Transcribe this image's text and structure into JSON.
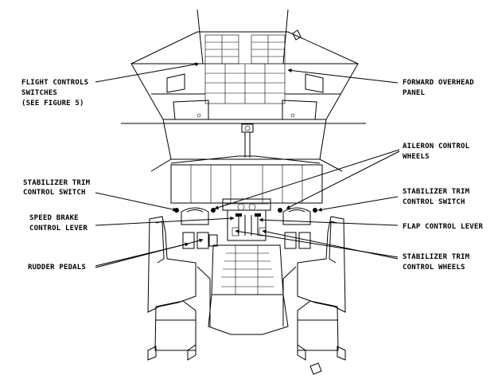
{
  "labels": {
    "flight_controls": [
      "FLIGHT CONTROLS",
      "SWITCHES",
      "(SEE FIGURE 5)"
    ],
    "forward_overhead": [
      "FORWARD OVERHEAD",
      "PANEL"
    ],
    "aileron": [
      "AILERON CONTROL",
      "WHEELS"
    ],
    "stab_trim_switch_left": [
      "STABILIZER TRIM",
      "CONTROL SWITCH"
    ],
    "stab_trim_switch_right": [
      "STABILIZER TRIM",
      "CONTROL SWITCH"
    ],
    "speed_brake": [
      "SPEED BRAKE",
      "CONTROL LEVER"
    ],
    "flap": [
      "FLAP CONTROL LEVER"
    ],
    "rudder": [
      "RUDDER PEDALS"
    ],
    "stab_trim_wheels": [
      "STABILIZER TRIM",
      "CONTROL WHEELS"
    ]
  }
}
